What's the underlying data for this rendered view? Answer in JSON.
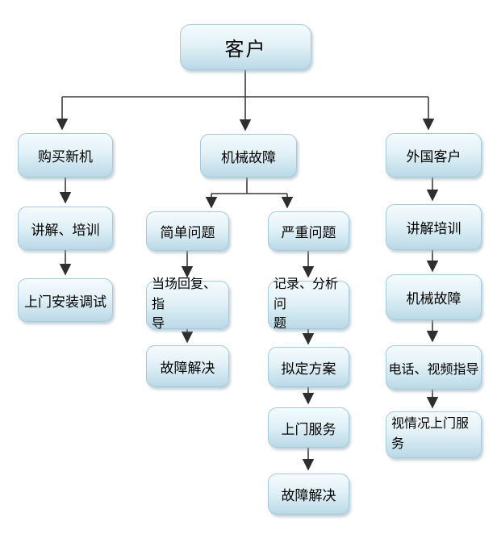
{
  "nodes": {
    "customer": "客户",
    "buy_new_machine": "购买新机",
    "explain_training_left": "讲解、培训",
    "onsite_install_debug": "上门安装调试",
    "mechanical_failure": "机械故障",
    "simple_problem": "简单问题",
    "onspot_reply_guidance": "当场回复、指\n导",
    "fault_resolved_left": "故障解决",
    "serious_problem": "严重问题",
    "record_analyze_problem": "记录、分析问\n题",
    "draft_plan": "拟定方案",
    "onsite_service": "上门服务",
    "fault_resolved_bottom": "故障解决",
    "foreign_customer": "外国客户",
    "explain_training_right": "讲解培训",
    "mechanical_failure_right": "机械故障",
    "phone_video_guidance": "电话、视频指导",
    "onsite_service_as_needed": "视情况上门服\n务"
  },
  "colors": {
    "background": "#ffffff",
    "box_border": "#a5cada",
    "box_fill_top": "#f4fbfd",
    "box_fill_bottom": "#b9d8e6",
    "arrow": "#3b3b3b",
    "text": "#000000"
  }
}
